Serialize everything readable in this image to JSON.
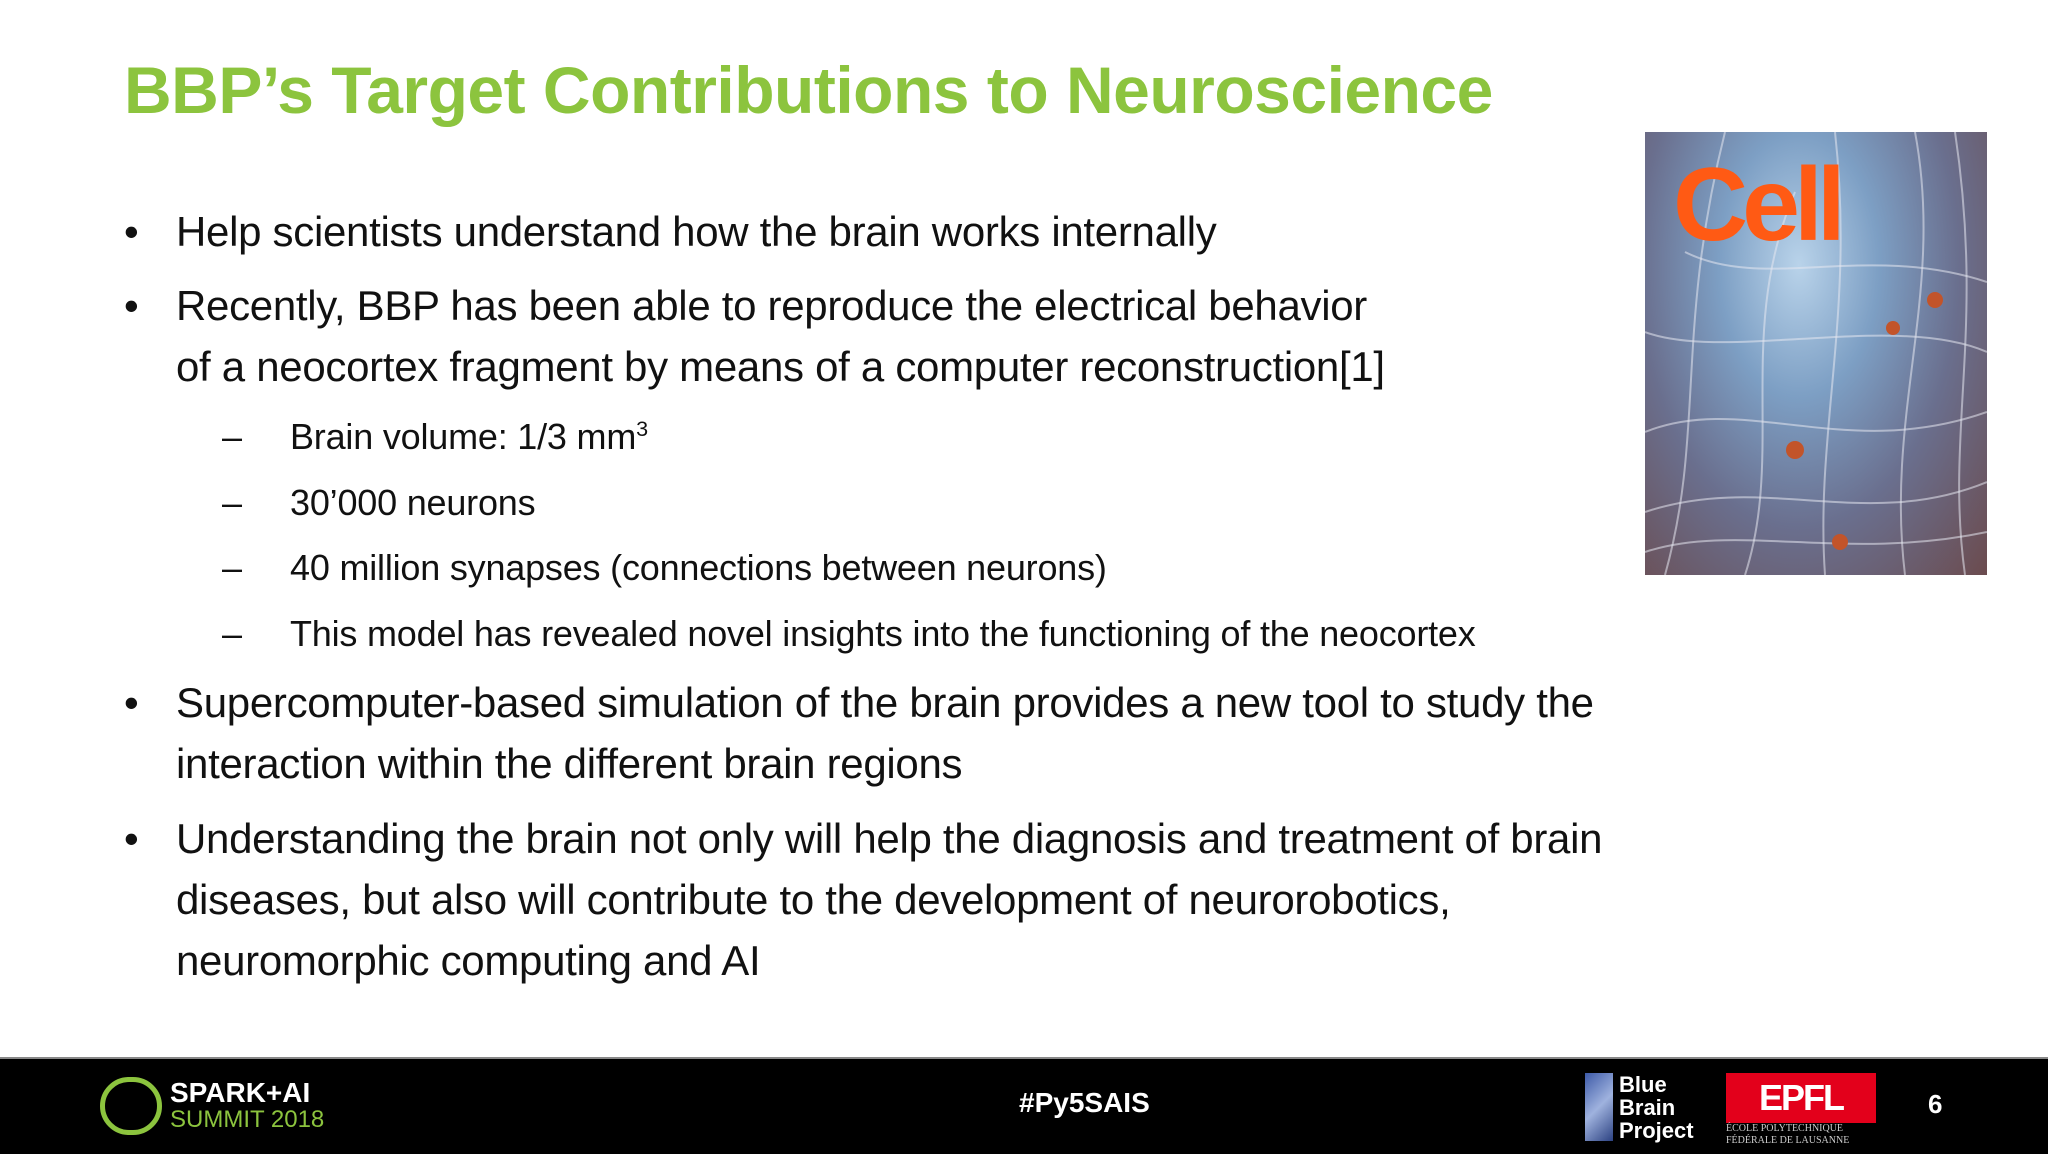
{
  "title": "BBP’s Target Contributions to Neuroscience",
  "bullets": [
    {
      "lines": [
        "Help scientists understand how the brain works internally"
      ]
    },
    {
      "lines": [
        "Recently, BBP has been able to reproduce the electrical behavior",
        "of a neocortex fragment by means of a computer reconstruction[1]"
      ],
      "subs": [
        {
          "text": "Brain volume: 1/3 mm",
          "sup": "3"
        },
        {
          "text": "30’000 neurons"
        },
        {
          "text": "40 million synapses (connections between neurons)"
        },
        {
          "text": "This model has revealed novel insights into the functioning of the neocortex"
        }
      ]
    },
    {
      "lines": [
        "Supercomputer-based simulation of the brain provides a new tool to study the",
        "interaction within the different brain regions"
      ]
    },
    {
      "lines": [
        "Understanding the brain not only will help the diagnosis and treatment of brain",
        "diseases, but also will contribute to the development of neurorobotics,",
        "neuromorphic computing and AI"
      ]
    }
  ],
  "bullet_symbol": "•",
  "dash_symbol": "–",
  "cover": {
    "logo": "Cell"
  },
  "footer": {
    "spark_line1": "SPARK+AI",
    "spark_line2": "SUMMIT 2018",
    "hashtag": "#Py5SAIS",
    "bbp_lines": [
      "Blue",
      "Brain",
      "Project"
    ],
    "epfl_logo": "EPFL",
    "epfl_sub1": "ÉCOLE POLYTECHNIQUE",
    "epfl_sub2": "FÉDÉRALE DE LAUSANNE",
    "page_number": "6"
  },
  "colors": {
    "title": "#8cc43e",
    "footer_bg": "#000000",
    "epfl_red": "#e3001b",
    "cell_orange": "#ff5a14"
  }
}
